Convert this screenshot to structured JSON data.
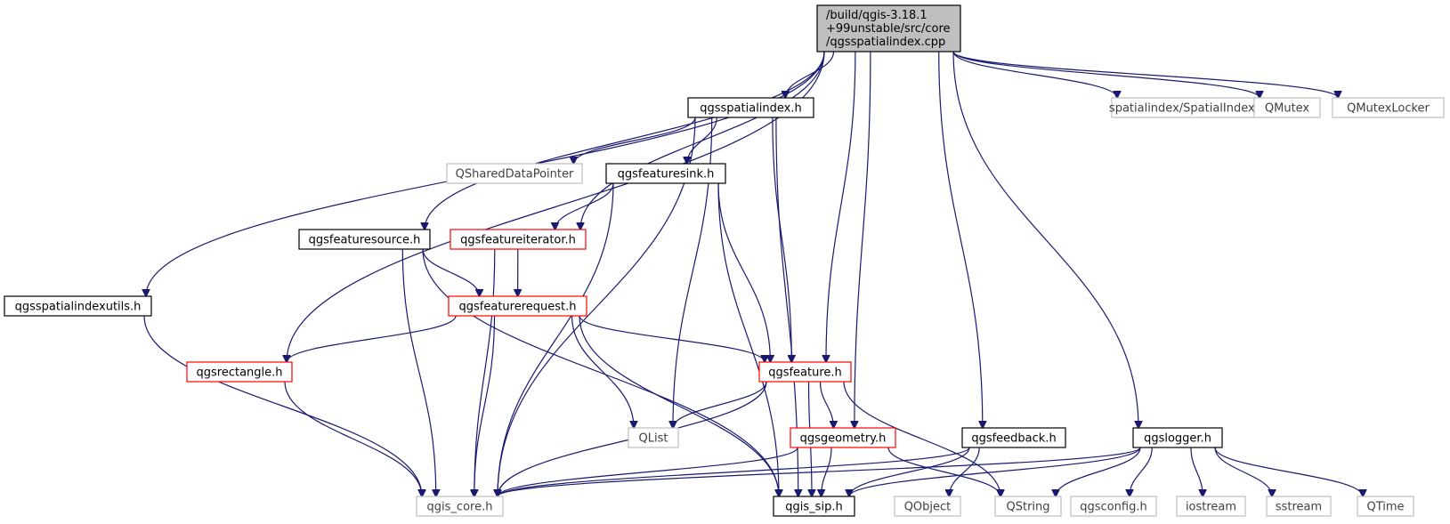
{
  "diagram": {
    "type": "include-dependency-graph",
    "colors": {
      "edge": "#191970",
      "root_fill": "#bfbfbf",
      "documented_border": "#000000",
      "truncated_border": "#ff0000",
      "external_border": "#bfbfbf"
    },
    "root": {
      "id": "root",
      "lines": [
        "/build/qgis-3.18.1",
        "+99unstable/src/core",
        "/qgsspatialindex.cpp"
      ]
    },
    "nodes": [
      {
        "id": "qgsspatialindex_h",
        "label": "qgsspatialindex.h",
        "style": "black"
      },
      {
        "id": "spatialindex",
        "label": "spatialindex/SpatialIndex.h",
        "style": "grey"
      },
      {
        "id": "qmutex",
        "label": "QMutex",
        "style": "grey"
      },
      {
        "id": "qmutexlocker",
        "label": "QMutexLocker",
        "style": "grey"
      },
      {
        "id": "qshareddatapointer",
        "label": "QSharedDataPointer",
        "style": "grey"
      },
      {
        "id": "qgsfeaturesink",
        "label": "qgsfeaturesink.h",
        "style": "black"
      },
      {
        "id": "qgsfeaturesource",
        "label": "qgsfeaturesource.h",
        "style": "black"
      },
      {
        "id": "qgsfeatureiterator",
        "label": "qgsfeatureiterator.h",
        "style": "red"
      },
      {
        "id": "qgsspatialindexutils",
        "label": "qgsspatialindexutils.h",
        "style": "black"
      },
      {
        "id": "qgsfeaturerequest",
        "label": "qgsfeaturerequest.h",
        "style": "red"
      },
      {
        "id": "qgsrectangle",
        "label": "qgsrectangle.h",
        "style": "red"
      },
      {
        "id": "qgsfeature",
        "label": "qgsfeature.h",
        "style": "red"
      },
      {
        "id": "qlist",
        "label": "QList",
        "style": "grey"
      },
      {
        "id": "qgsgeometry",
        "label": "qgsgeometry.h",
        "style": "red"
      },
      {
        "id": "qgsfeedback",
        "label": "qgsfeedback.h",
        "style": "black"
      },
      {
        "id": "qgslogger",
        "label": "qgslogger.h",
        "style": "black"
      },
      {
        "id": "qgis_core",
        "label": "qgis_core.h",
        "style": "grey"
      },
      {
        "id": "qgis_sip",
        "label": "qgis_sip.h",
        "style": "black"
      },
      {
        "id": "qobject",
        "label": "QObject",
        "style": "grey"
      },
      {
        "id": "qstring",
        "label": "QString",
        "style": "grey"
      },
      {
        "id": "qgsconfig",
        "label": "qgsconfig.h",
        "style": "grey"
      },
      {
        "id": "iostream",
        "label": "iostream",
        "style": "grey"
      },
      {
        "id": "sstream",
        "label": "sstream",
        "style": "grey"
      },
      {
        "id": "qtime",
        "label": "QTime",
        "style": "grey"
      }
    ],
    "edges": [
      [
        "root",
        "qgsspatialindex_h"
      ],
      [
        "root",
        "spatialindex"
      ],
      [
        "root",
        "qmutex"
      ],
      [
        "root",
        "qmutexlocker"
      ],
      [
        "root",
        "qgsspatialindexutils"
      ],
      [
        "root",
        "qgsrectangle"
      ],
      [
        "root",
        "qgsfeaturesource"
      ],
      [
        "root",
        "qgsfeatureiterator"
      ],
      [
        "root",
        "qgsfeature"
      ],
      [
        "root",
        "qgsgeometry"
      ],
      [
        "root",
        "qgsfeedback"
      ],
      [
        "root",
        "qgslogger"
      ],
      [
        "qgsspatialindex_h",
        "qshareddatapointer"
      ],
      [
        "qgsspatialindex_h",
        "qgsfeaturesink"
      ],
      [
        "qgsspatialindex_h",
        "qgis_core"
      ],
      [
        "qgsspatialindex_h",
        "qlist"
      ],
      [
        "qgsspatialindex_h",
        "qgsfeature"
      ],
      [
        "qgsspatialindex_h",
        "qgis_sip"
      ],
      [
        "qgsfeaturesink",
        "qgsfeatureiterator"
      ],
      [
        "qgsfeaturesink",
        "qgis_core"
      ],
      [
        "qgsfeaturesink",
        "qgis_sip"
      ],
      [
        "qgsfeaturesink",
        "qgsfeature"
      ],
      [
        "qgsfeaturesource",
        "qgsfeaturerequest"
      ],
      [
        "qgsfeaturesource",
        "qgis_core"
      ],
      [
        "qgsfeaturesource",
        "qgis_sip"
      ],
      [
        "qgsfeatureiterator",
        "qgsfeaturerequest"
      ],
      [
        "qgsfeatureiterator",
        "qgis_core"
      ],
      [
        "qgsspatialindexutils",
        "qgis_core"
      ],
      [
        "qgsfeaturerequest",
        "qgsrectangle"
      ],
      [
        "qgsfeaturerequest",
        "qgsfeature"
      ],
      [
        "qgsfeaturerequest",
        "qlist"
      ],
      [
        "qgsfeaturerequest",
        "qgis_core"
      ],
      [
        "qgsfeaturerequest",
        "qgis_sip"
      ],
      [
        "qgsrectangle",
        "qgis_core"
      ],
      [
        "qgsfeature",
        "qlist"
      ],
      [
        "qgsfeature",
        "qgsgeometry"
      ],
      [
        "qgsfeature",
        "qgis_core"
      ],
      [
        "qgsfeature",
        "qgis_sip"
      ],
      [
        "qgsfeature",
        "qstring"
      ],
      [
        "qgsgeometry",
        "qgis_core"
      ],
      [
        "qgsgeometry",
        "qgis_sip"
      ],
      [
        "qgsgeometry",
        "qstring"
      ],
      [
        "qgsfeedback",
        "qgis_core"
      ],
      [
        "qgsfeedback",
        "qgis_sip"
      ],
      [
        "qgsfeedback",
        "qobject"
      ],
      [
        "qgslogger",
        "qgis_core"
      ],
      [
        "qgslogger",
        "qgis_sip"
      ],
      [
        "qgslogger",
        "qstring"
      ],
      [
        "qgslogger",
        "qgsconfig"
      ],
      [
        "qgslogger",
        "iostream"
      ],
      [
        "qgslogger",
        "sstream"
      ],
      [
        "qgslogger",
        "qtime"
      ]
    ]
  }
}
